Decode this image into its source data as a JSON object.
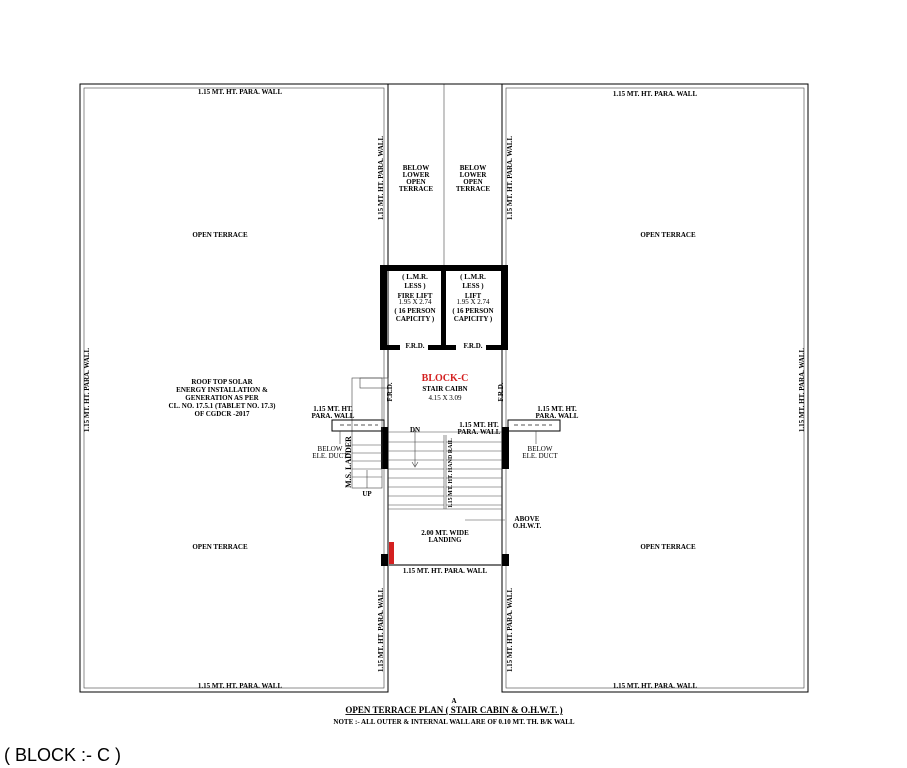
{
  "labels": {
    "para_wall": "1.15 MT. HT. PARA. WALL",
    "para_wall_l1": "1.15 MT. HT.",
    "para_wall_l2": "PARA. WALL",
    "open_terrace": "OPEN TERRACE",
    "below_lower_1": "BELOW",
    "below_lower_2": "LOWER",
    "below_lower_3": "OPEN",
    "below_lower_4": "TERRACE",
    "lmr_1": "( L.M.R.",
    "lmr_2": "LESS )",
    "fire_lift": "FIRE LIFT",
    "lift": "LIFT",
    "lift_size": "1.95 X 2.74",
    "capacity_1": "( 16 PERSON",
    "capacity_2": "CAPICITY )",
    "frd": "F.R.D.",
    "block": "BLOCK-C",
    "stair_cabin": "STAIR CAIBN",
    "stair_size": "4.15 X 3.09",
    "dn": "DN",
    "up": "UP",
    "ladder": "M.S. LADDER",
    "hand_rail": "1.15 MT. HT. HAND RAIL",
    "below_duct_1": "BELOW",
    "below_duct_2": "ELE. DUCT",
    "above_1": "ABOVE",
    "above_2": "O.H.W.T.",
    "landing_1": "2.00 MT. WIDE",
    "landing_2": "LANDING",
    "solar": [
      "ROOF TOP SOLAR",
      "ENERGY INSTALLATION &",
      "GENERATION AS PER",
      "CL. NO. 17.5.1 (TABLET NO. 17.3)",
      "OF CGDCR -2017"
    ]
  },
  "title": {
    "section_mark": "A",
    "main": "OPEN TERRACE PLAN ( STAIR CABIN & O.H.W.T. )",
    "note": "NOTE :- ALL OUTER & INTERNAL WALL ARE OF 0.10 MT. TH. B/K WALL"
  },
  "block_caption": "( BLOCK :- C )",
  "colors": {
    "block_label": "#d42020",
    "lines": "#000000"
  }
}
